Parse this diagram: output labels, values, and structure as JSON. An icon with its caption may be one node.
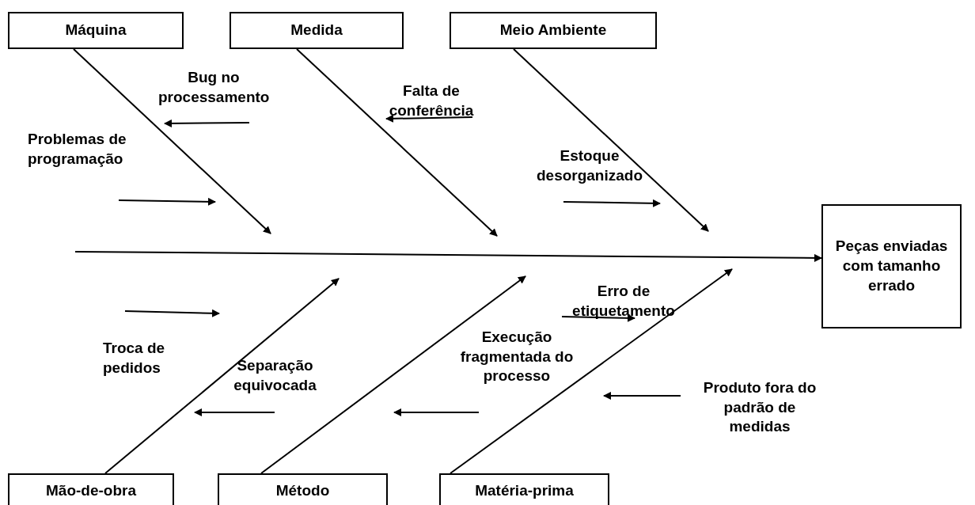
{
  "diagram": {
    "nodes": [
      {
        "text": [
          "Máquina"
        ]
      },
      {
        "text": [
          "Medida"
        ]
      },
      {
        "text": [
          "Meio Ambiente"
        ]
      },
      {
        "text": [
          "Mão-de-obra"
        ]
      },
      {
        "text": [
          "Método"
        ]
      },
      {
        "text": [
          "Matéria-prima"
        ]
      },
      {
        "text": [
          "Peças enviadas com tamanho errado"
        ]
      },
      {
        "text": [
          "Bug no processamento"
        ]
      },
      {
        "text": [
          "Problemas de programação"
        ]
      },
      {
        "text": [
          "Falta de conferência"
        ]
      },
      {
        "text": [
          "Estoque desorganizado"
        ]
      },
      {
        "text": [
          "Troca de pedidos"
        ]
      },
      {
        "text": [
          "Separação equivocada"
        ]
      },
      {
        "text": [
          "Erro de etiquetamento"
        ]
      },
      {
        "text": [
          "Execução fragmentada do processo"
        ]
      },
      {
        "text": [
          "Produto fora do padrão de medidas"
        ]
      }
    ],
    "edges": [
      {
        "from": 0,
        "to": null,
        "arrow": "to"
      },
      {
        "from": 1,
        "to": null,
        "arrow": "to"
      },
      {
        "from": 2,
        "to": null,
        "arrow": "to"
      },
      {
        "from": 3,
        "to": null,
        "arrow": "to"
      },
      {
        "from": 4,
        "to": null,
        "arrow": "to"
      },
      {
        "from": 5,
        "to": null,
        "arrow": "to"
      },
      {
        "from": null,
        "to": 6,
        "arrow": "to"
      }
    ]
  }
}
